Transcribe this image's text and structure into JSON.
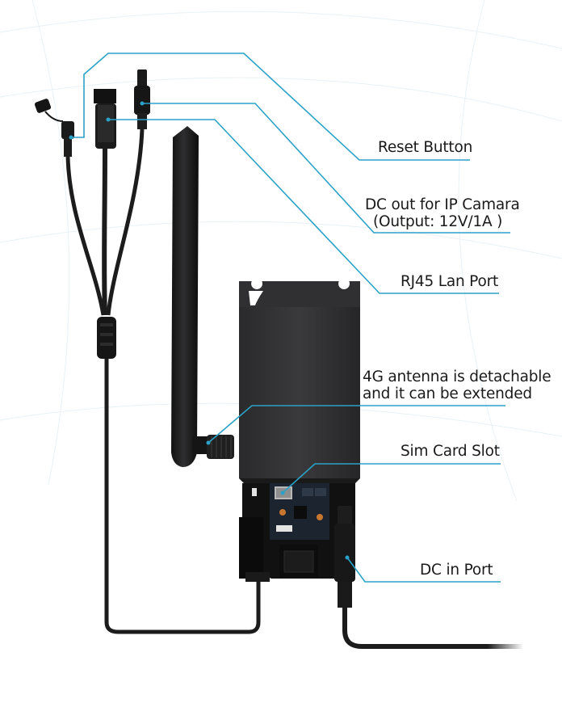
{
  "callouts": {
    "reset_button": "Reset Button",
    "dc_out_line1": "DC out for IP Camara",
    "dc_out_line2": "(Output: 12V/1A )",
    "rj45_lan_port": "RJ45 Lan Port",
    "antenna_line1": "4G antenna is detachable",
    "antenna_line2": "and it can be extended",
    "sim_card_slot": "Sim Card Slot",
    "dc_in_port": "DC in Port"
  },
  "colors": {
    "leader_line": "#2aa2c8",
    "device_body": "#2b2b2d",
    "cable": "#1c1c1c",
    "background_lines": "#e6eef3"
  }
}
